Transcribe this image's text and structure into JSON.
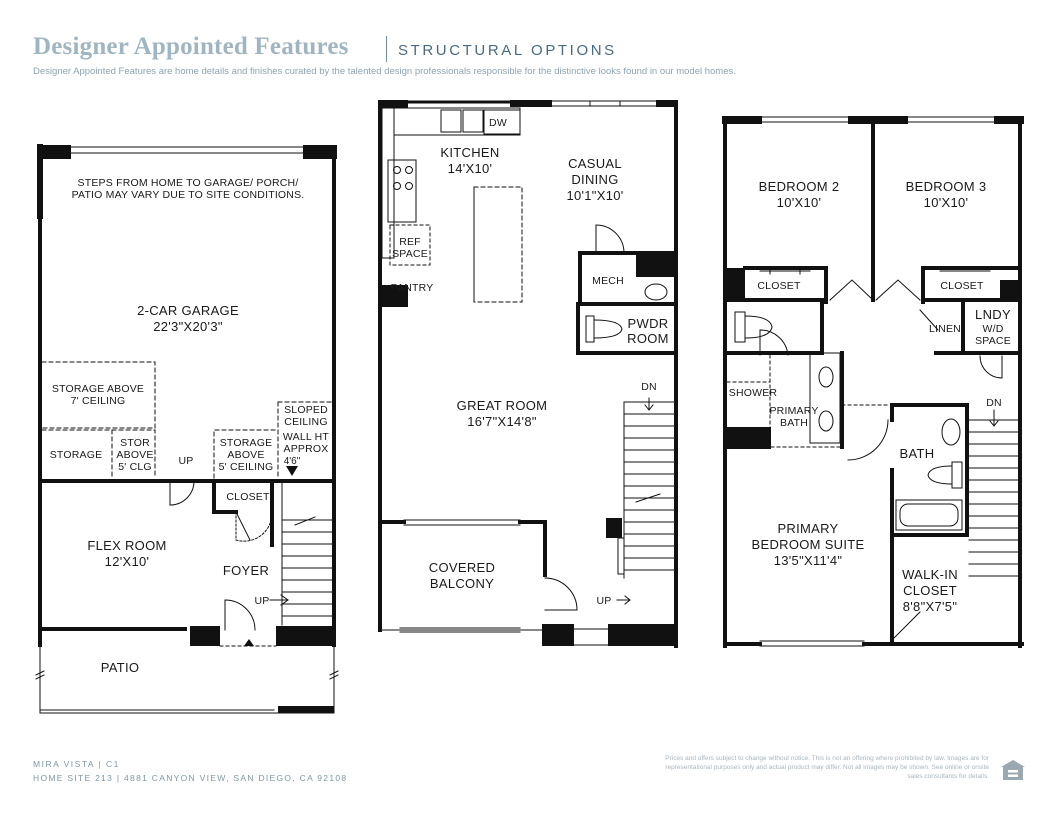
{
  "header": {
    "title": "Designer Appointed Features",
    "subtitle": "STRUCTURAL OPTIONS",
    "description": "Designer Appointed Features are home details and finishes curated by the talented design professionals responsible for the distinctive looks found in our model homes."
  },
  "floor1": {
    "note_line1": "STEPS FROM HOME TO GARAGE/ PORCH/",
    "note_line2": "PATIO MAY VARY DUE TO SITE CONDITIONS.",
    "garage_name": "2-CAR GARAGE",
    "garage_dims": "22'3\"X20'3\"",
    "storage_above_1": "STORAGE ABOVE",
    "storage_above_2": "7' CEILING",
    "storage": "STORAGE",
    "stor_1": "STOR",
    "stor_2": "ABOVE",
    "stor_3": "5' CLG",
    "up_garage": "UP",
    "storage2_1": "STORAGE",
    "storage2_2": "ABOVE",
    "storage2_3": "5' CEILING",
    "sloped_1": "SLOPED",
    "sloped_2": "CEILING",
    "sloped_3": "WALL HT",
    "sloped_4": "APPROX",
    "sloped_5": "4'6\"",
    "closet": "CLOSET",
    "flex_name": "FLEX ROOM",
    "flex_dims": "12'X10'",
    "foyer": "FOYER",
    "up_foyer": "UP",
    "patio": "PATIO"
  },
  "floor2": {
    "dw": "DW",
    "kitchen_name": "KITCHEN",
    "kitchen_dims": "14'X10'",
    "casual_1": "CASUAL",
    "casual_2": "DINING",
    "casual_dims": "10'1\"X10'",
    "ref_1": "REF",
    "ref_2": "SPACE",
    "pantry": "PANTRY",
    "mech": "MECH",
    "pwdr_1": "PWDR",
    "pwdr_2": "ROOM",
    "dn": "DN",
    "great_name": "GREAT ROOM",
    "great_dims": "16'7\"X14'8\"",
    "balcony_1": "COVERED",
    "balcony_2": "BALCONY",
    "up": "UP"
  },
  "floor3": {
    "bed2_name": "BEDROOM 2",
    "bed2_dims": "10'X10'",
    "bed3_name": "BEDROOM 3",
    "bed3_dims": "10'X10'",
    "closet_a": "CLOSET",
    "closet_b": "CLOSET",
    "linen": "LINEN",
    "lndy_1": "LNDY",
    "lndy_2": "W/D",
    "lndy_3": "SPACE",
    "shower": "SHOWER",
    "pbath_1": "PRIMARY",
    "pbath_2": "BATH",
    "dn": "DN",
    "bath": "BATH",
    "suite_1": "PRIMARY",
    "suite_2": "BEDROOM SUITE",
    "suite_dims": "13'5\"X11'4\"",
    "walkin_1": "WALK-IN",
    "walkin_2": "CLOSET",
    "walkin_dims": "8'8\"X7'5\""
  },
  "footer": {
    "line1": "MIRA VISTA | C1",
    "line2": "HOME SITE 213 | 4881 CANYON VIEW, SAN DIEGO, CA 92108",
    "disclaimer": "Prices and offers subject to change without notice. This is not an offering where prohibited by law. Images are for representational purposes only and actual product may differ. Not all images may be shown. See online or onsite sales consultants for details.",
    "logo_icon": "equal-housing-opportunity-icon"
  }
}
